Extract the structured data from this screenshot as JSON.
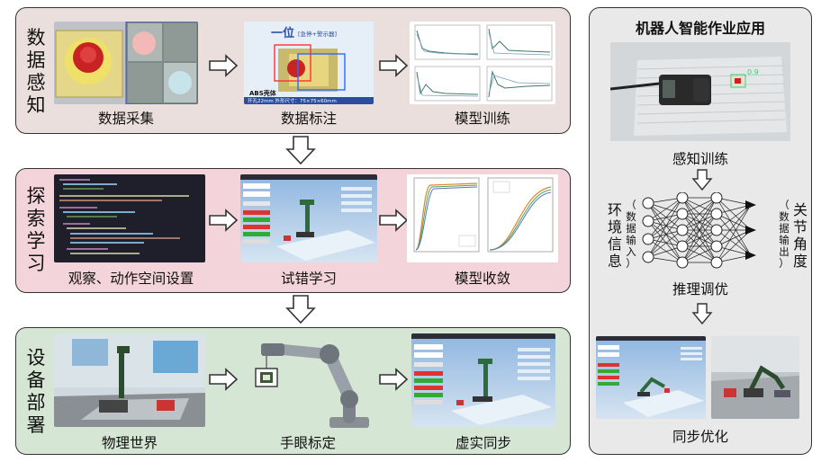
{
  "colors": {
    "panel1_bg": "#eadfdc",
    "panel2_bg": "#f3d4da",
    "panel3_bg": "#d6e6d4",
    "right_bg": "#e9e9e9",
    "border": "#333333"
  },
  "row1": {
    "label_chars": [
      "数",
      "据",
      "感",
      "知"
    ],
    "captions": [
      "数据采集",
      "数据标注",
      "模型训练"
    ],
    "annotation_title": "一位",
    "annotation_subtitle": "[急停+警示器]",
    "annotation_tag": "ABS壳体",
    "annotation_bottom": "开孔22mm    外形尺寸：75×75×60mm"
  },
  "row2": {
    "label_chars": [
      "探",
      "索",
      "学",
      "习"
    ],
    "captions": [
      "观察、动作空间设置",
      "试错学习",
      "模型收敛"
    ]
  },
  "row3": {
    "label_chars": [
      "设",
      "备",
      "部",
      "署"
    ],
    "captions": [
      "物理世界",
      "手眼标定",
      "虚实同步"
    ]
  },
  "right": {
    "title": "机器人智能作业应用",
    "caption_top": "感知训练",
    "detect_text": "0.9",
    "left_main": [
      "环",
      "境",
      "信",
      "息"
    ],
    "left_sub": [
      "（",
      "数",
      "据",
      "输",
      "入",
      "）"
    ],
    "right_main": [
      "关",
      "节",
      "角",
      "度"
    ],
    "right_sub": [
      "（",
      "数",
      "据",
      "输",
      "出",
      "）"
    ],
    "caption_mid": "推理调优",
    "caption_bottom": "同步优化"
  }
}
